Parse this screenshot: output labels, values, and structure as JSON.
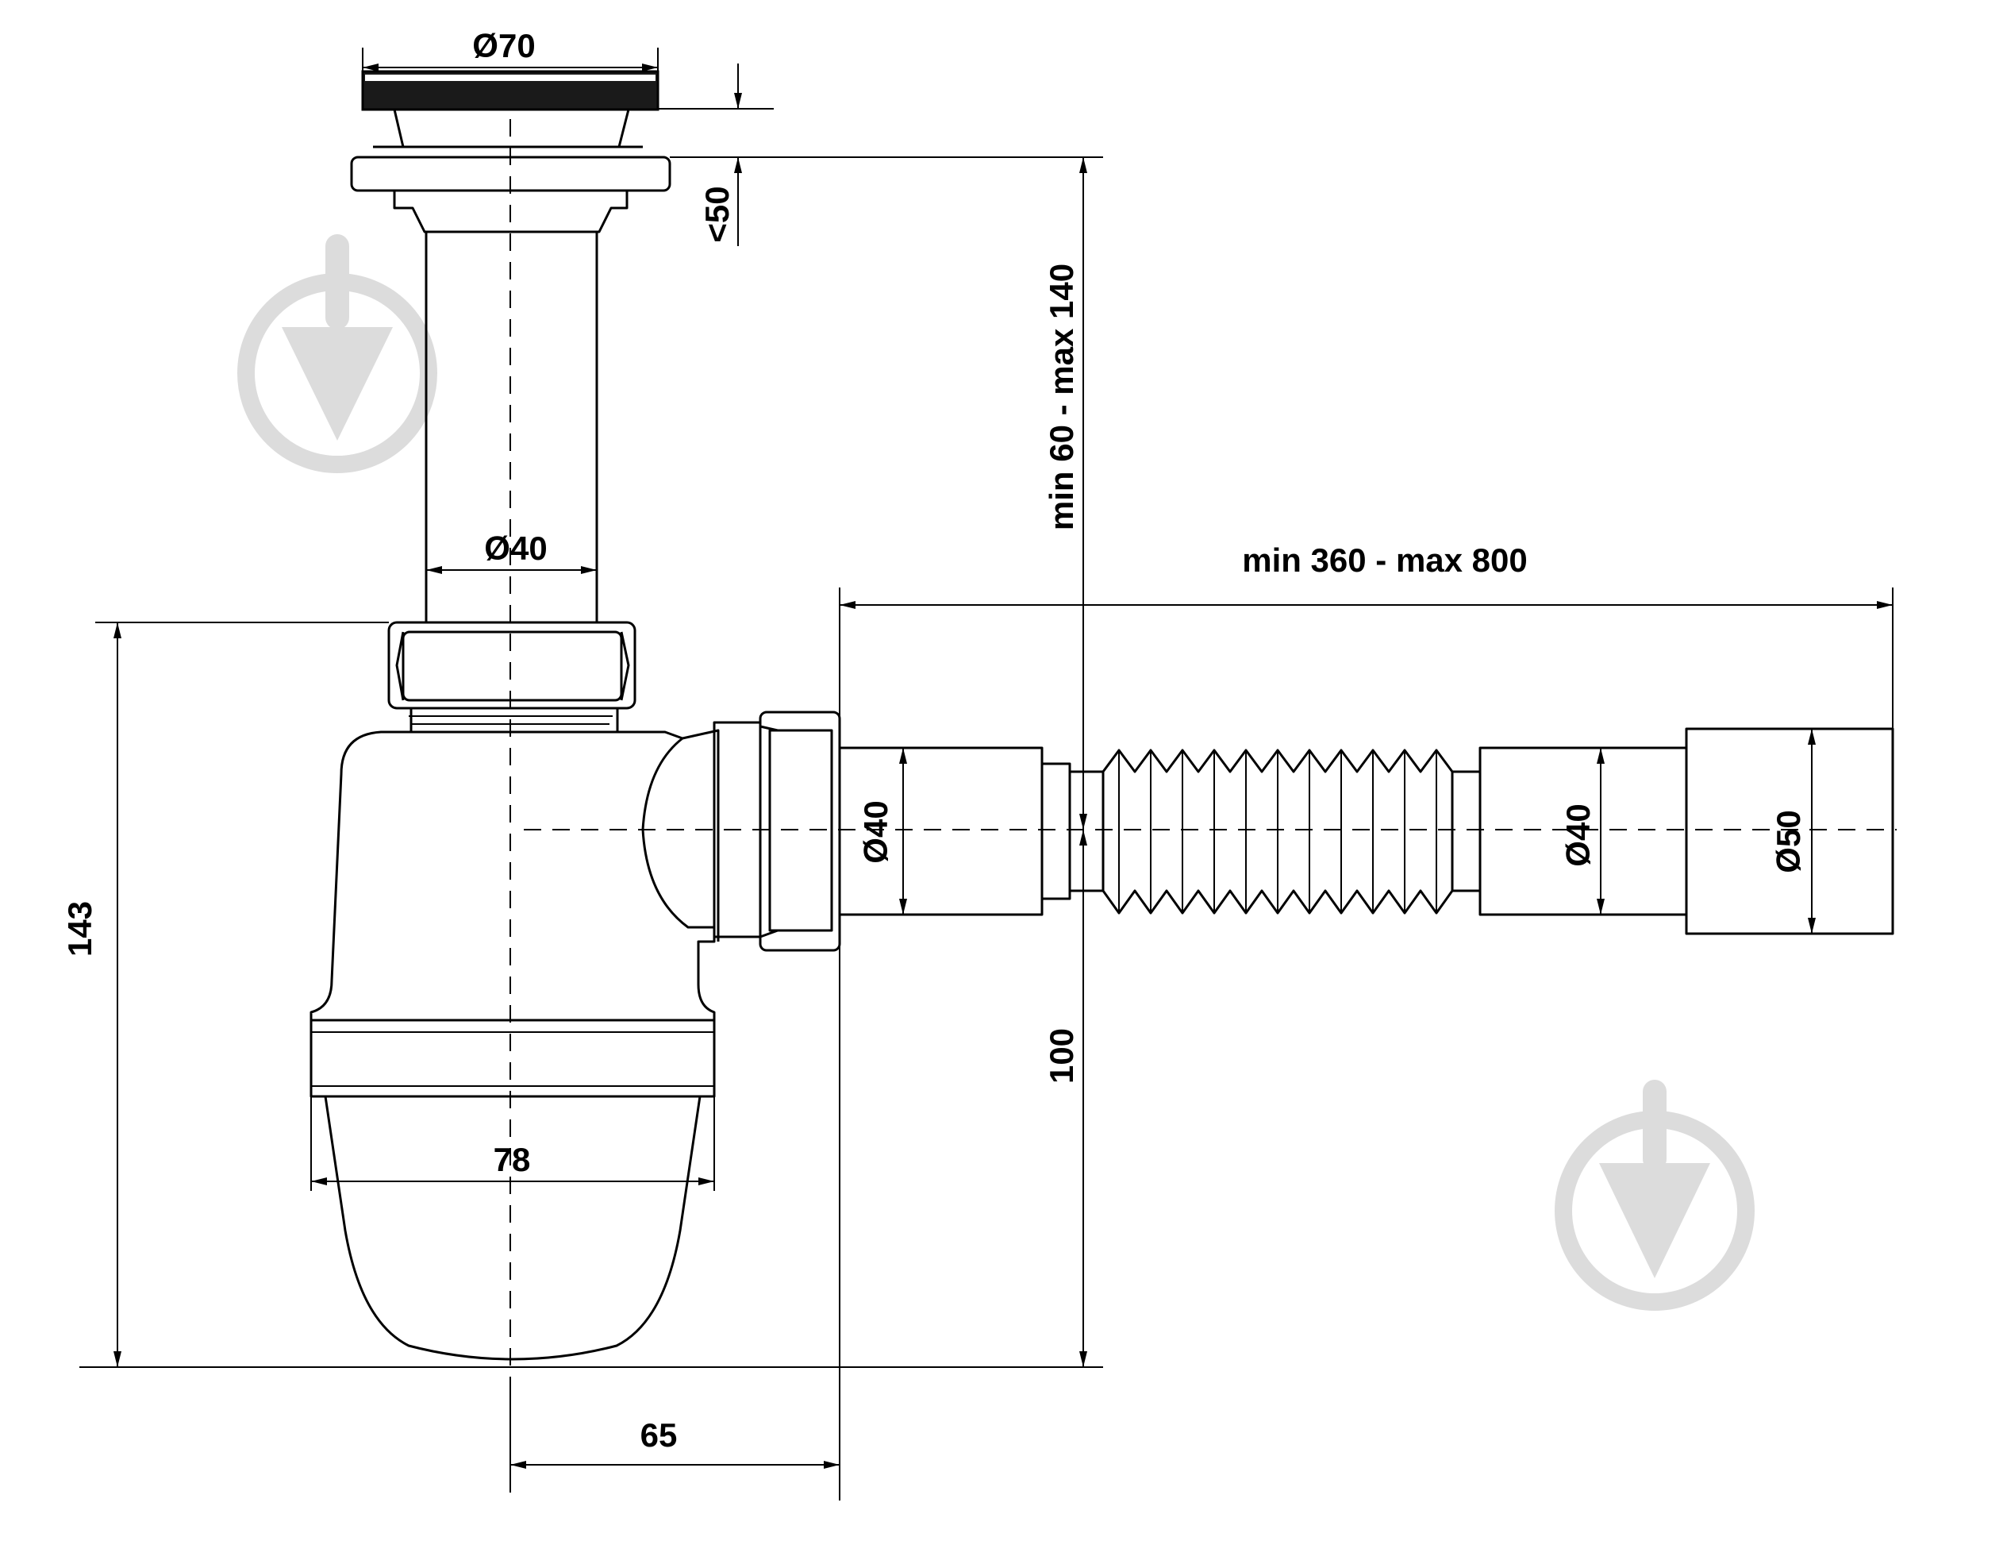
{
  "labels": {
    "d70": "Ø70",
    "lt50": "<50",
    "d40_top": "Ø40",
    "min60_max140": "min 60 - max 140",
    "min360_max800": "min 360 - max 800",
    "d40_outlet": "Ø40",
    "d40_pipe": "Ø40",
    "d50": "Ø50",
    "h143": "143",
    "h100": "100",
    "w78": "78",
    "w65": "65"
  },
  "watermark": {
    "icon": "drop-logo-icon",
    "color": "#dcdcdc"
  }
}
